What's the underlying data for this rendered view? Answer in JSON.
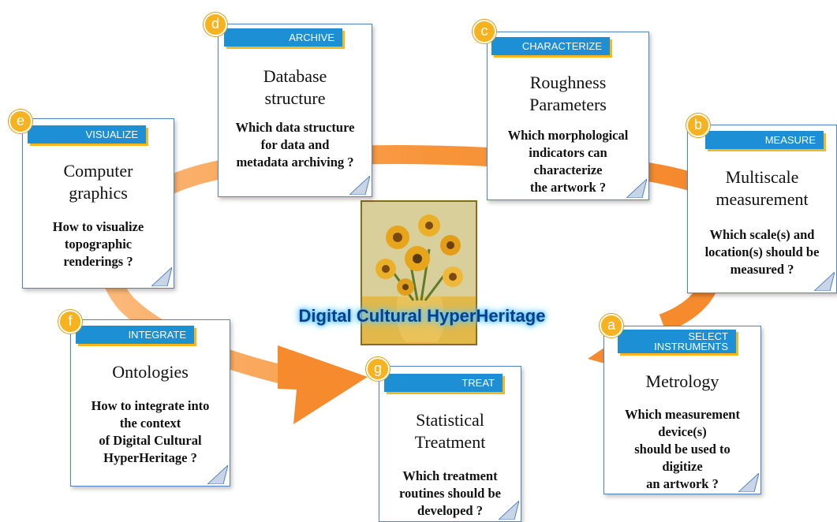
{
  "center": {
    "label": "Digital Cultural  HyperHeritage"
  },
  "colors": {
    "ring": "#f7943a",
    "tag": "#1d8fd5",
    "badge": "#f6b31f",
    "card_border": "#4f84c4",
    "center_text": "#0d3d86"
  },
  "steps": {
    "a": {
      "badge": "a",
      "tag": "SELECT\nINSTRUMENTS",
      "title": "Metrology",
      "question": "Which measurement\ndevice(s)\nshould be used to\ndigitize\nan artwork ?"
    },
    "b": {
      "badge": "b",
      "tag": "MEASURE",
      "title": "Multiscale\nmeasurement",
      "question": "Which scale(s)  and\nlocation(s) should be\nmeasured ?"
    },
    "c": {
      "badge": "c",
      "tag": "CHARACTERIZE",
      "title": "Roughness\nParameters",
      "question": "Which morphological\nindicators can\ncharacterize\nthe artwork  ?"
    },
    "d": {
      "badge": "d",
      "tag": "ARCHIVE",
      "title": "Database\nstructure",
      "question": "Which data structure\nfor data and\nmetadata archiving ?"
    },
    "e": {
      "badge": "e",
      "tag": "VISUALIZE",
      "title": "Computer\ngraphics",
      "question": "How to visualize\ntopographic\nrenderings ?"
    },
    "f": {
      "badge": "f",
      "tag": "INTEGRATE",
      "title": "Ontologies",
      "question": "How to integrate into\nthe context\nof Digital Cultural\nHyperHeritage ?"
    },
    "g": {
      "badge": "g",
      "tag": "TREAT",
      "title": "Statistical\nTreatment",
      "question": "Which treatment\nroutines should be\ndeveloped ?"
    }
  }
}
